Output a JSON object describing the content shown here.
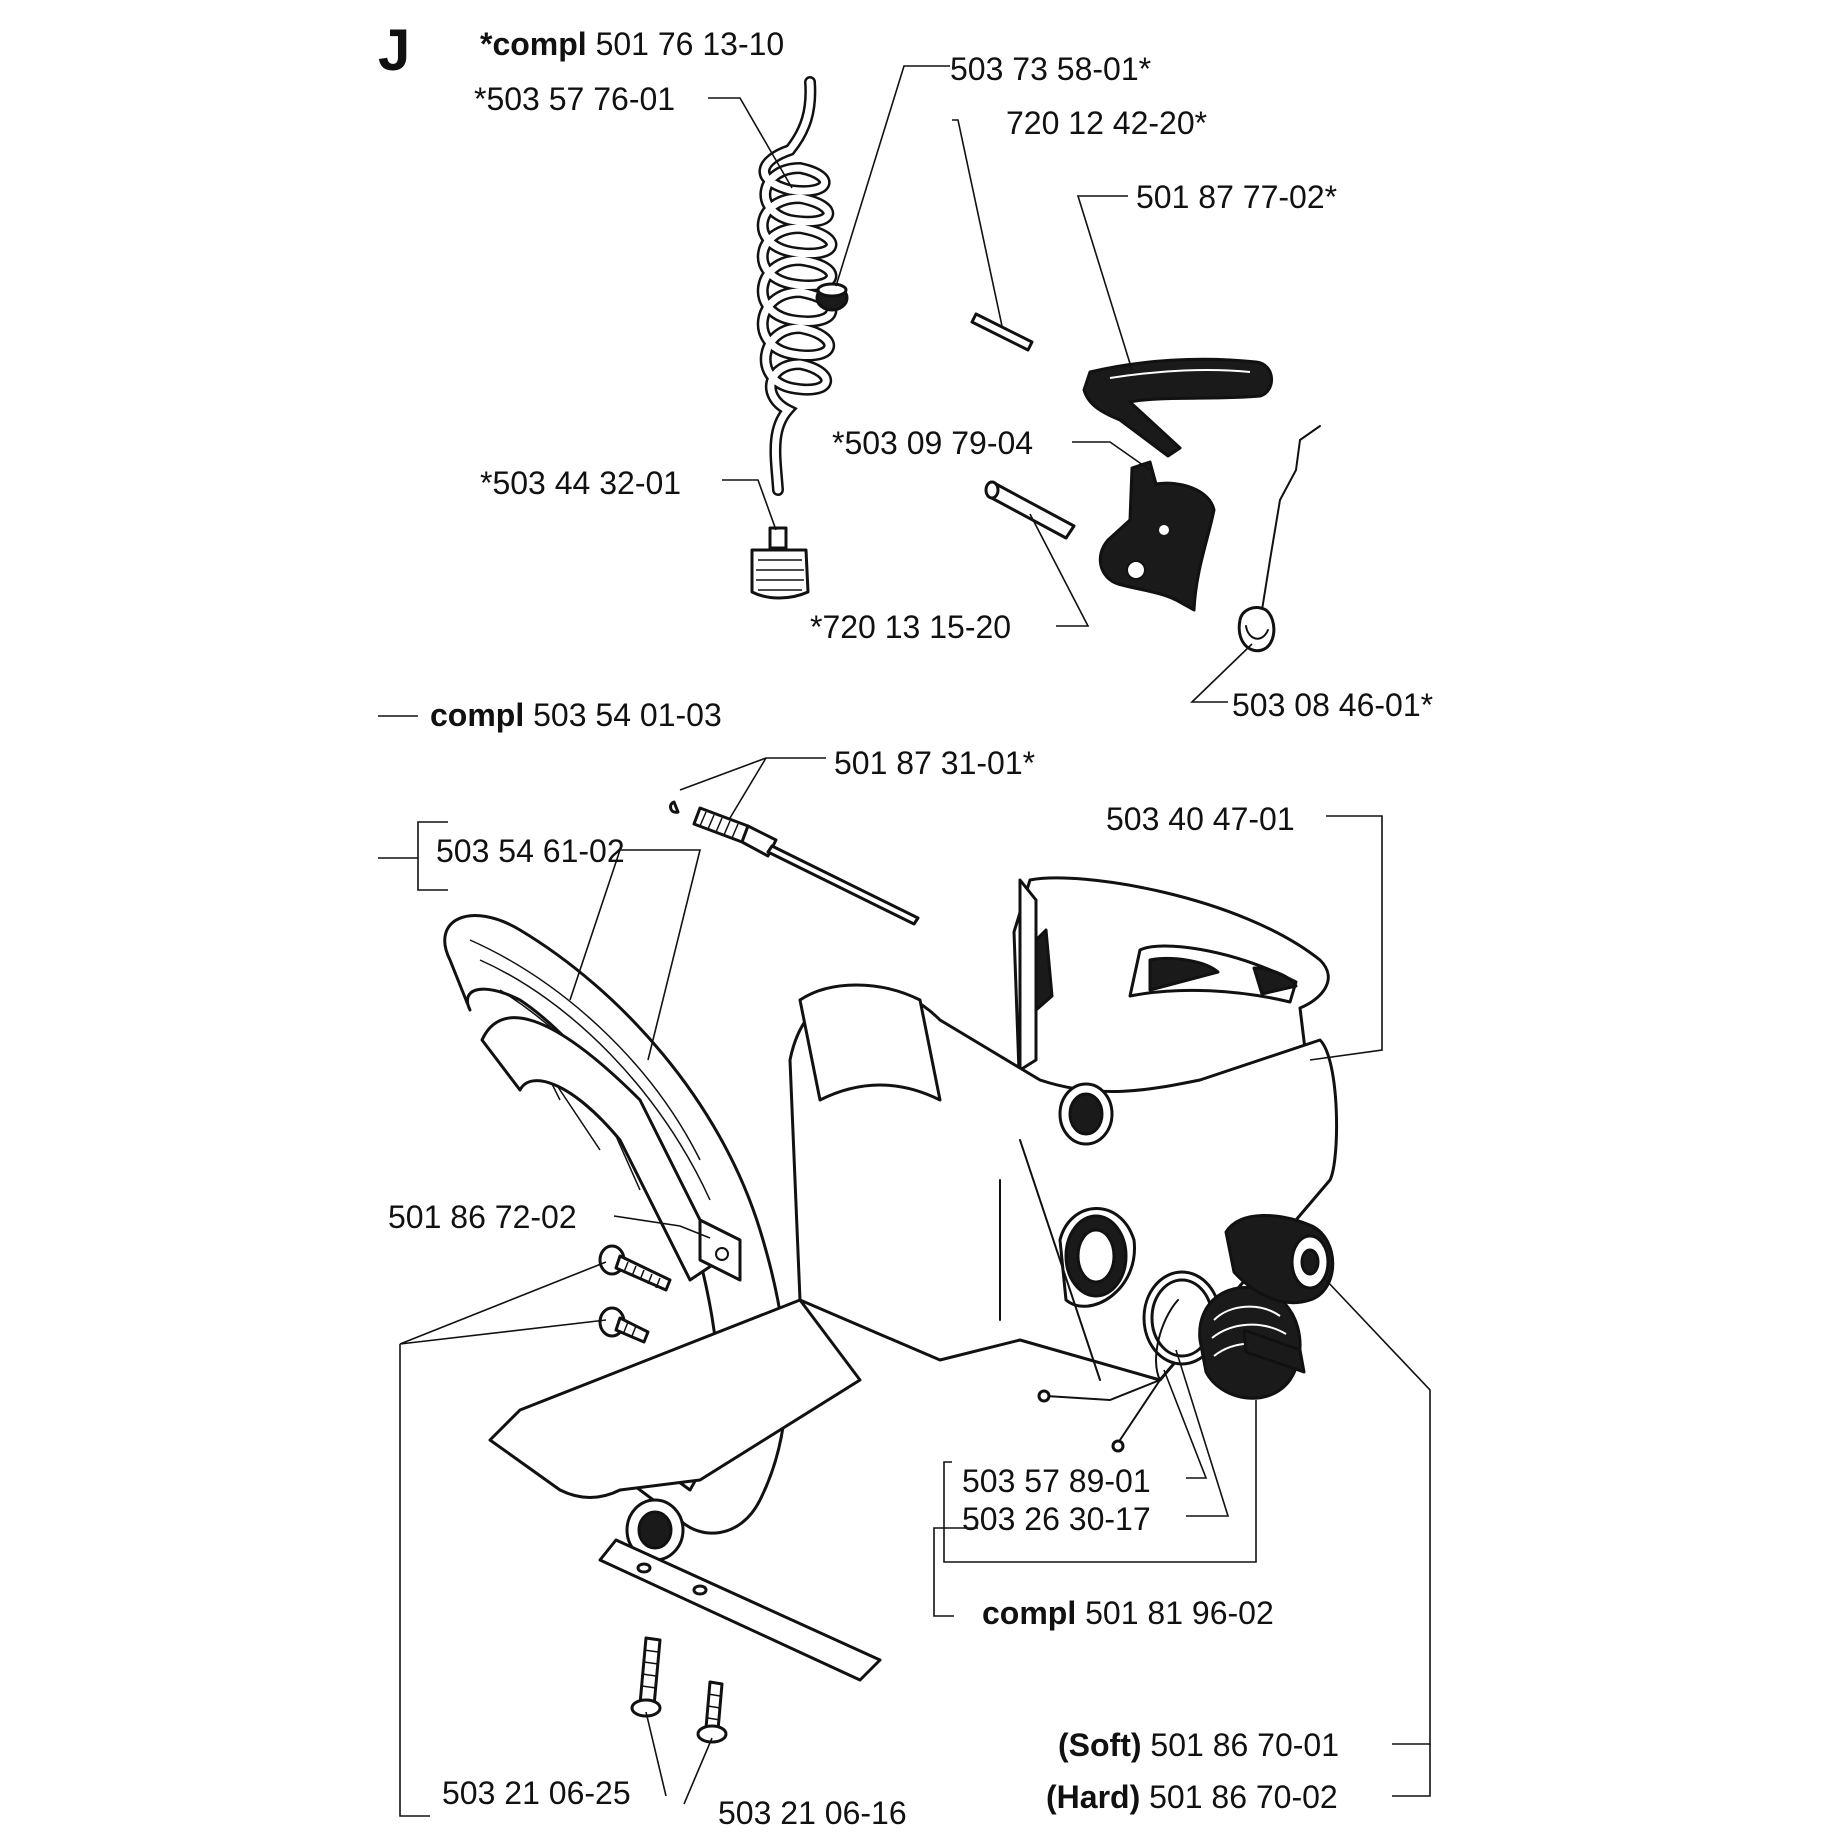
{
  "section_letter": "J",
  "group_top": {
    "prefix": "*compl",
    "number": "501 76 13-10"
  },
  "group_body": {
    "prefix": "compl",
    "number": "503 54 01-03"
  },
  "group_cap": {
    "prefix": "compl",
    "number": "501 81 96-02"
  },
  "parts": {
    "fuel_hose": "*503 57 76-01",
    "grommet": "503 73 58-01*",
    "pin_small": "720 12 42-20*",
    "throttle_trigger": "501 87 77-02*",
    "fuel_filter": "*503 44 32-01",
    "throttle_lockout": "*503 09 79-04",
    "pin_large": "*720 13 15-20",
    "spring": "503 08 46-01*",
    "adjuster_needle": "501 87 31-01*",
    "tank_handle": "503 40 47-01",
    "front_handle": "503 54 61-02",
    "vibration_damper": "501 86 72-02",
    "strap": "503 57 89-01",
    "o_ring": "503 26 30-17",
    "screw_a": "503 21 06-25",
    "screw_b": "503 21 06-16"
  },
  "buffer_soft": {
    "prefix": "(Soft)",
    "number": "501 86 70-01"
  },
  "buffer_hard": {
    "prefix": "(Hard)",
    "number": "501 86 70-02"
  }
}
